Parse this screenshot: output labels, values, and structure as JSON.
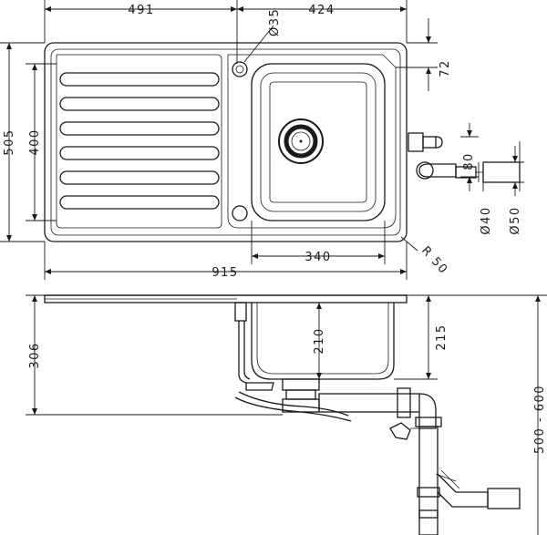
{
  "top_view": {
    "dim_drainer_width": "491",
    "dim_bowl_side": "424",
    "dim_tap_hole": "Ø35",
    "dim_edge_72": "72",
    "dim_overflow_80": "80",
    "dim_total_depth": "505",
    "dim_inner_depth": "400",
    "dim_bowl_width": "340",
    "dim_total_width": "915",
    "dim_radius": "R 50",
    "dim_pipe_40": "Ø40",
    "dim_pipe_50": "Ø50"
  },
  "side_view": {
    "dim_306": "306",
    "dim_bowl_depth": "210",
    "dim_215": "215",
    "dim_height_range": "500 - 600"
  }
}
